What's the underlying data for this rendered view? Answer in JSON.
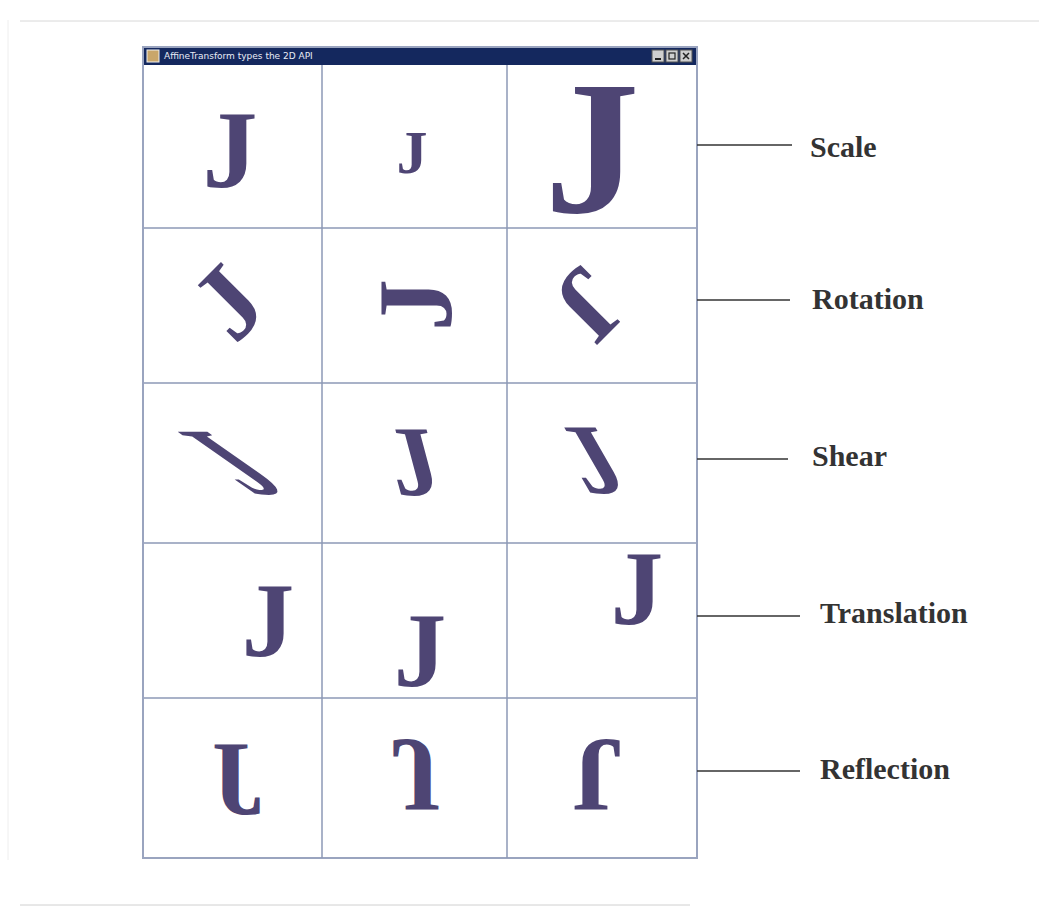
{
  "diagram": {
    "labels": [
      "AffineTransform types the 2D API",
      "J",
      "J",
      "J",
      "Scale",
      "J",
      "J",
      "J",
      "Rotation",
      "J",
      "J",
      "J",
      "Shear",
      "J",
      "J",
      "J",
      "Translation",
      "J",
      "J",
      "J",
      "Reflection"
    ]
  }
}
